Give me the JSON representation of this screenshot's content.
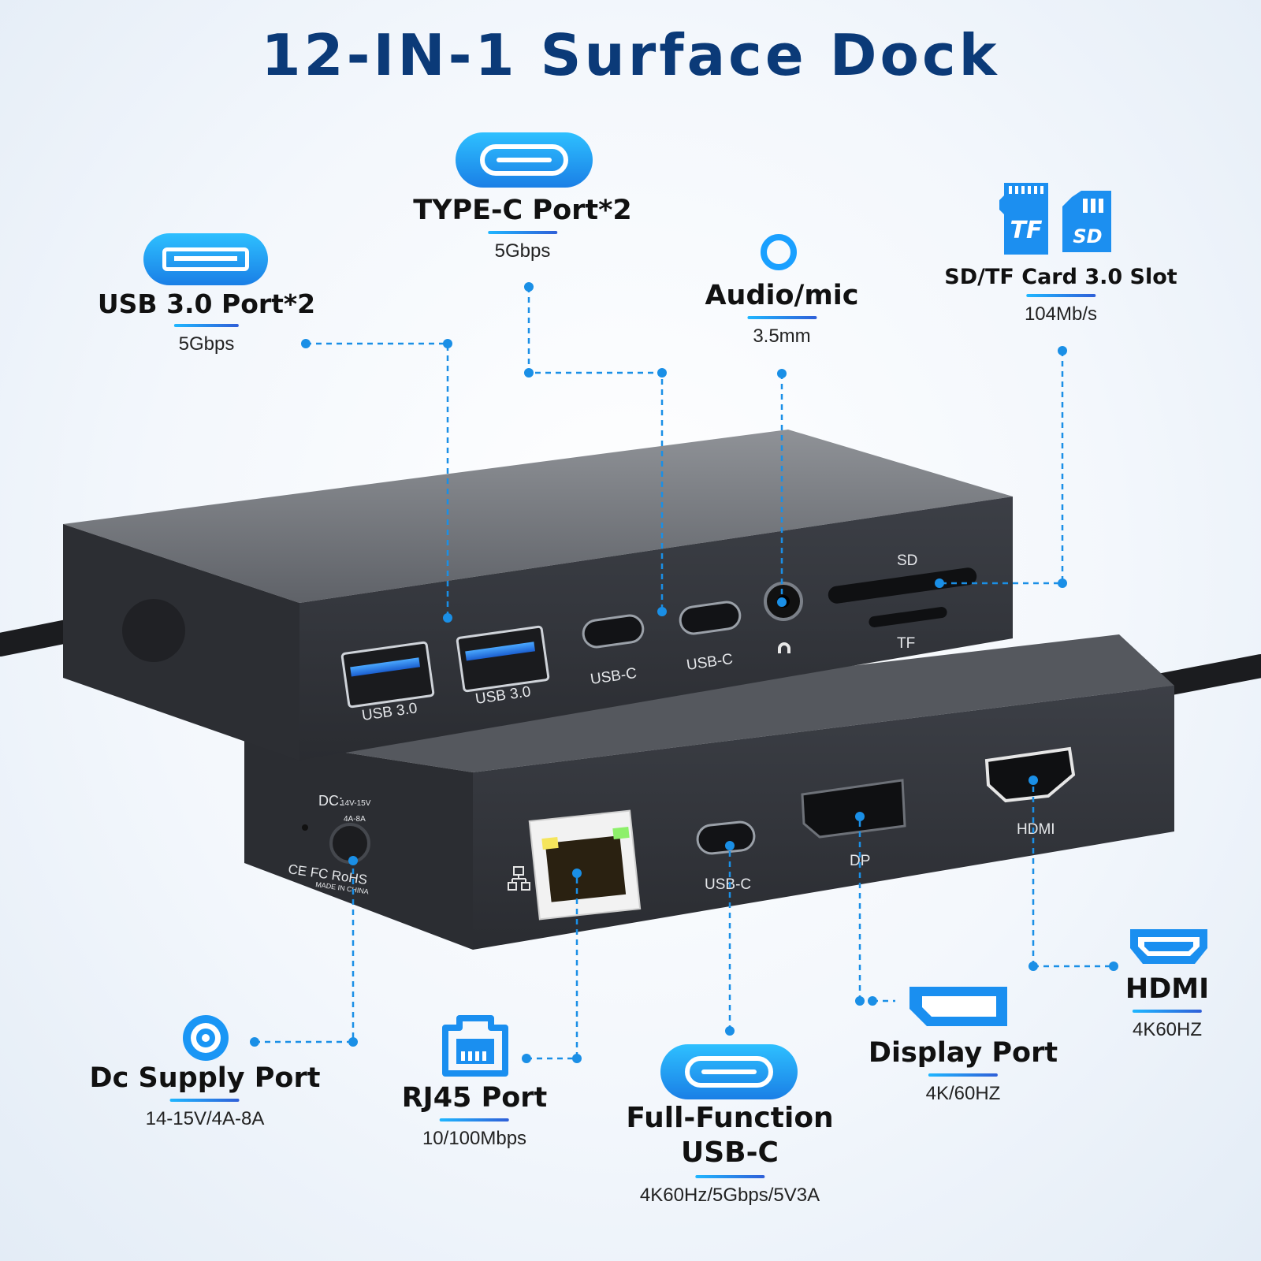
{
  "title": "12-IN-1 Surface Dock",
  "colors": {
    "title": "#0b3a78",
    "accent": "#1fa2ff",
    "device": "#3a3d44",
    "leader": "#1a8fe6"
  },
  "features": {
    "usb30": {
      "name": "USB 3.0 Port*2",
      "spec": "5Gbps",
      "icon": "usb-a-icon"
    },
    "typec": {
      "name": "TYPE-C Port*2",
      "spec": "5Gbps",
      "icon": "usb-c-icon"
    },
    "audio": {
      "name": "Audio/mic",
      "spec": "3.5mm",
      "icon": "audio-jack-icon"
    },
    "sdtf": {
      "name": "SD/TF Card 3.0 Slot",
      "spec": "104Mb/s",
      "icon": "sd-tf-card-icon",
      "tf_text": "TF",
      "sd_text": "SD"
    },
    "dc": {
      "name": "Dc Supply Port",
      "spec": "14-15V/4A-8A",
      "icon": "dc-power-icon"
    },
    "rj45": {
      "name": "RJ45 Port",
      "spec": "10/100Mbps",
      "icon": "ethernet-icon"
    },
    "fullc": {
      "name_line1": "Full-Function",
      "name_line2": "USB-C",
      "spec": "4K60Hz/5Gbps/5V3A",
      "icon": "usb-c-icon"
    },
    "dp": {
      "name": "Display Port",
      "spec": "4K/60HZ",
      "icon": "displayport-icon"
    },
    "hdmi": {
      "name": "HDMI",
      "spec": "4K60HZ",
      "icon": "hdmi-icon"
    }
  },
  "device_labels": {
    "usb30_a": "USB 3.0",
    "usb30_b": "USB 3.0",
    "usbc_a": "USB-C",
    "usbc_b": "USB-C",
    "sd": "SD",
    "tf": "TF",
    "usbc_bottom": "USB-C",
    "dp": "DP",
    "hdmi": "HDMI",
    "dc": "DC:",
    "dc_rating_1": "14V-15V",
    "dc_rating_2": "4A-8A",
    "cert": "CE FC RoHS",
    "made": "MADE IN CHINA"
  }
}
